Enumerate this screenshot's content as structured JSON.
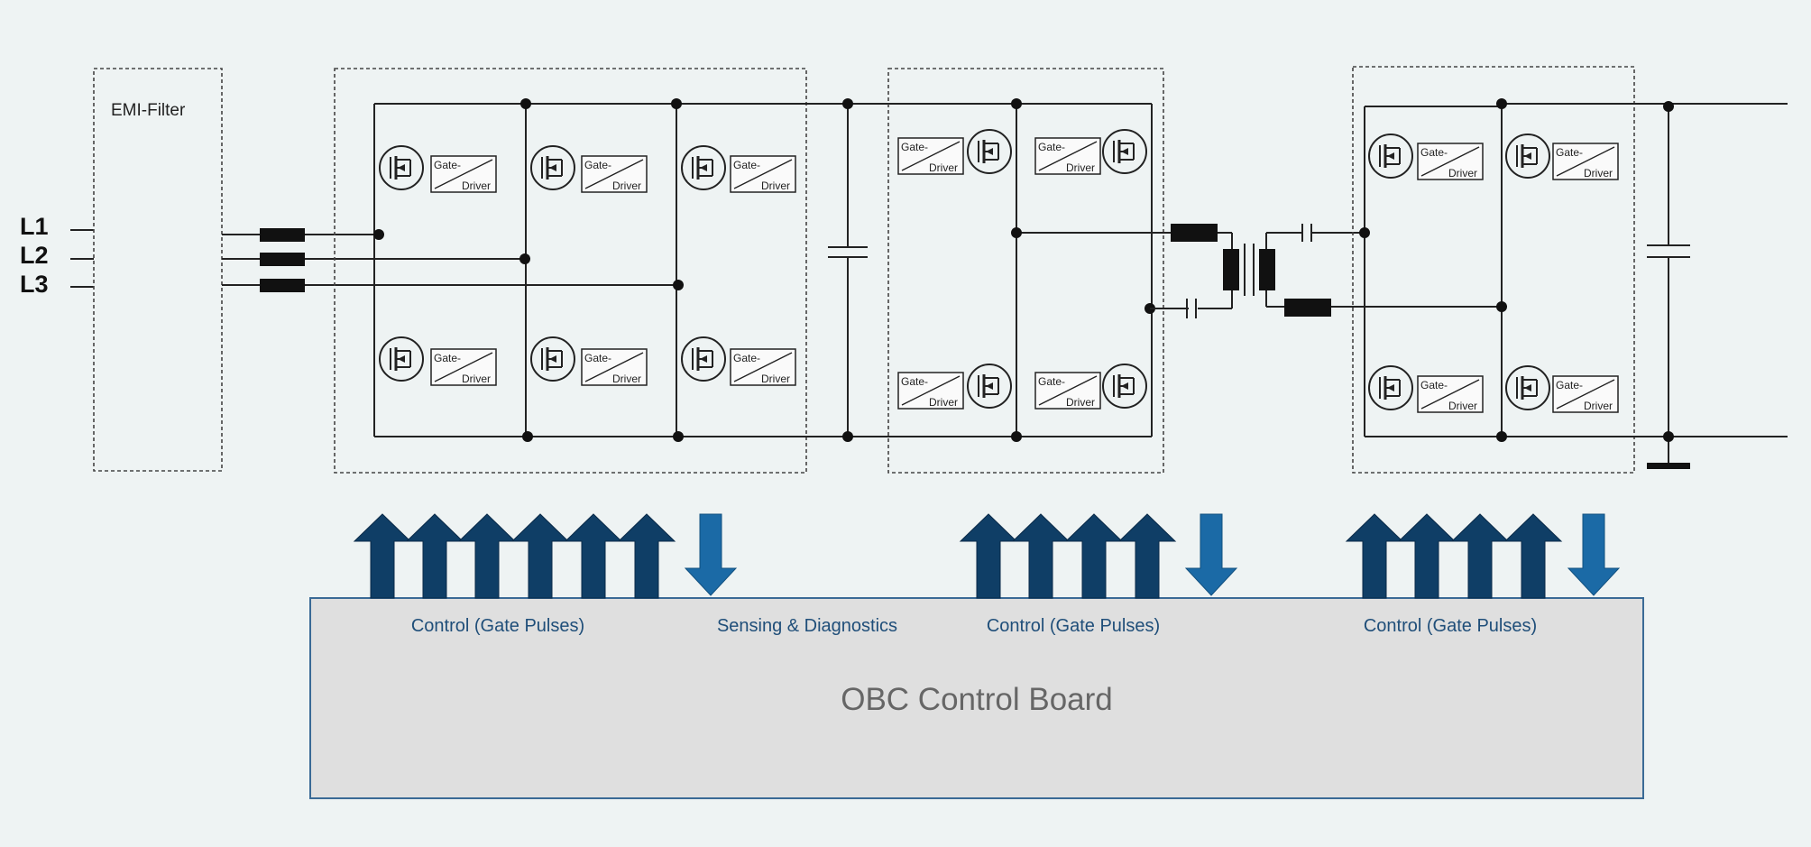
{
  "inputs": {
    "l1": "L1",
    "l2": "L2",
    "l3": "L3"
  },
  "emi_filter": {
    "label": "EMI-Filter"
  },
  "gate_driver": {
    "line1": "Gate-",
    "line2": "Driver"
  },
  "control_board": {
    "title": "OBC Control Board",
    "control_label": "Control (Gate Pulses)",
    "sensing_label": "Sensing & Diagnostics"
  },
  "colors": {
    "background": "#eef3f3",
    "board_fill": "#dfdfdf",
    "board_border": "#3a6a96",
    "arrow_up": "#0f3e66",
    "arrow_down": "#1b6aa6",
    "label_text": "#1f4e79",
    "title_text": "#666666",
    "wire": "#222222"
  }
}
